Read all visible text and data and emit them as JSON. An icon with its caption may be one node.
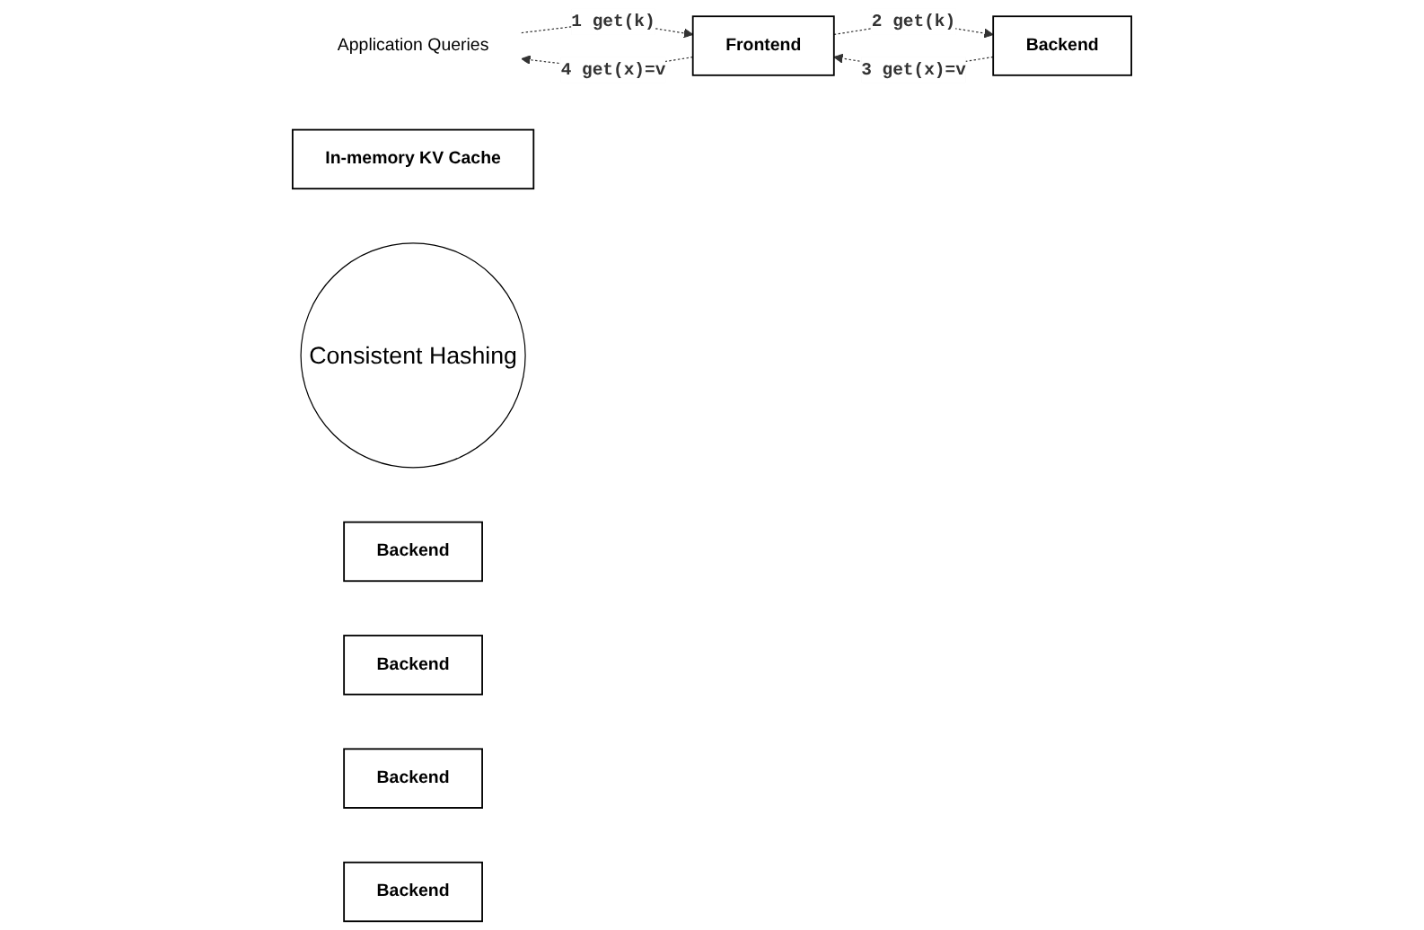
{
  "diagram": {
    "nodes": [
      {
        "text": [
          "Application Queries"
        ]
      },
      {
        "text": [
          "Frontend"
        ]
      },
      {
        "text": [
          "In-memory KV Cache"
        ]
      },
      {
        "text": [
          "Consistent Hashing"
        ]
      },
      {
        "text": [
          "Backend"
        ]
      },
      {
        "text": [
          "Backend"
        ]
      },
      {
        "text": [
          "Backend"
        ]
      },
      {
        "text": [
          "Backend"
        ]
      },
      {
        "text": [
          "Backend"
        ]
      }
    ],
    "edges": [
      {
        "from": 0,
        "to": 1,
        "arrow": "to",
        "label": "1 get(k)",
        "style": "dashed"
      },
      {
        "from": 1,
        "to": 0,
        "arrow": "to",
        "label": "4 get(x)=v",
        "style": "dashed"
      },
      {
        "from": 1,
        "to": 7,
        "arrow": "to",
        "label": "2 get(k)",
        "style": "dashed"
      },
      {
        "from": 7,
        "to": 1,
        "arrow": "to",
        "label": "3 get(x)=v",
        "style": "dashed"
      }
    ]
  }
}
